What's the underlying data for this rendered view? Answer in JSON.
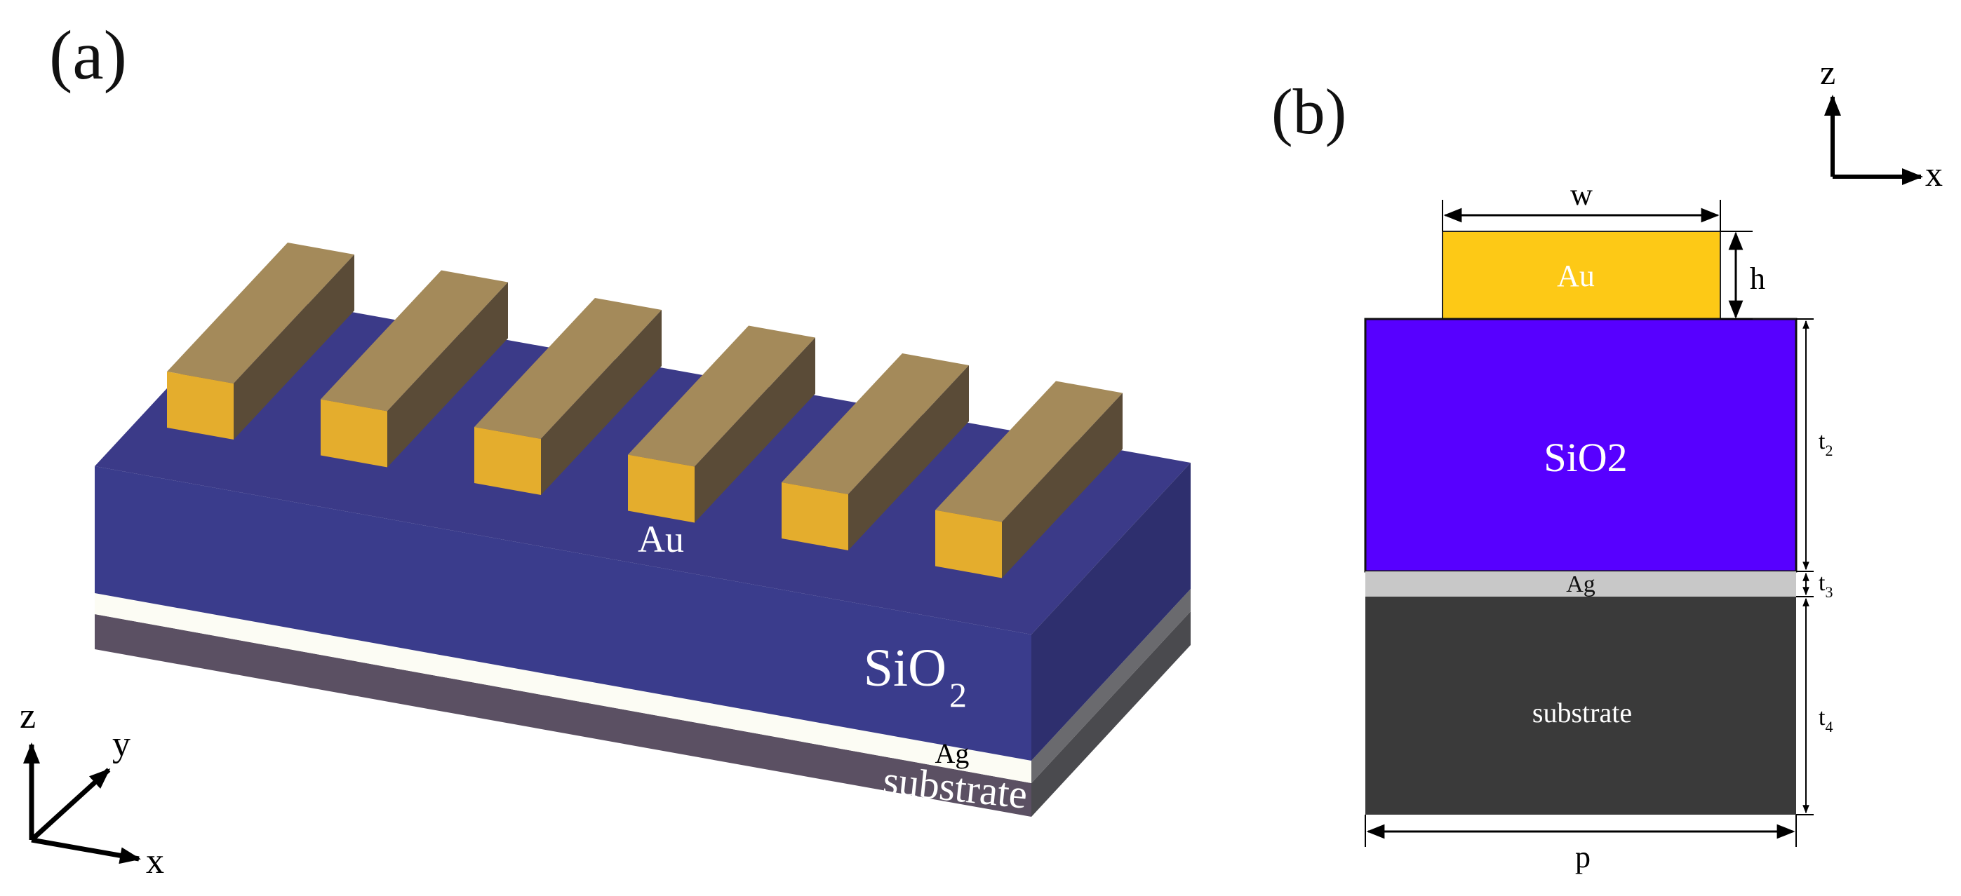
{
  "panel_a": {
    "label": "(a)",
    "au_label": "Au",
    "sio2_label": "SiO",
    "sio2_sub": "2",
    "ag_label": "Ag",
    "substrate_label": "substrate",
    "axes": {
      "z": "z",
      "y": "y",
      "x": "x"
    },
    "bar_count": 6
  },
  "panel_b": {
    "label": "(b)",
    "au_label": "Au",
    "sio2_label": "SiO2",
    "ag_label": "Ag",
    "substrate_label": "substrate",
    "dim_w": "w",
    "dim_h": "h",
    "dim_p": "p",
    "dim_t2": "t",
    "dim_t2_sub": "2",
    "dim_t3": "t",
    "dim_t3_sub": "3",
    "dim_t4": "t",
    "dim_t4_sub": "4",
    "axes": {
      "z": "z",
      "x": "x"
    }
  },
  "colors": {
    "au_front": "#e4ad2d",
    "au_top": "#a48a5a",
    "au_side": "#5a4b37",
    "sio2_top": "#3b3a88",
    "sio2_front": "#3a3c8c",
    "sio2_side": "#2e2f6e",
    "ag": "#fcfcf4",
    "substrate_front": "#5b5063",
    "substrate_side": "#4a4a4e",
    "b_au": "#fdc916",
    "b_sio2": "#5700ff",
    "b_ag": "#c8c8c8",
    "b_substrate": "#3a3a3a"
  }
}
